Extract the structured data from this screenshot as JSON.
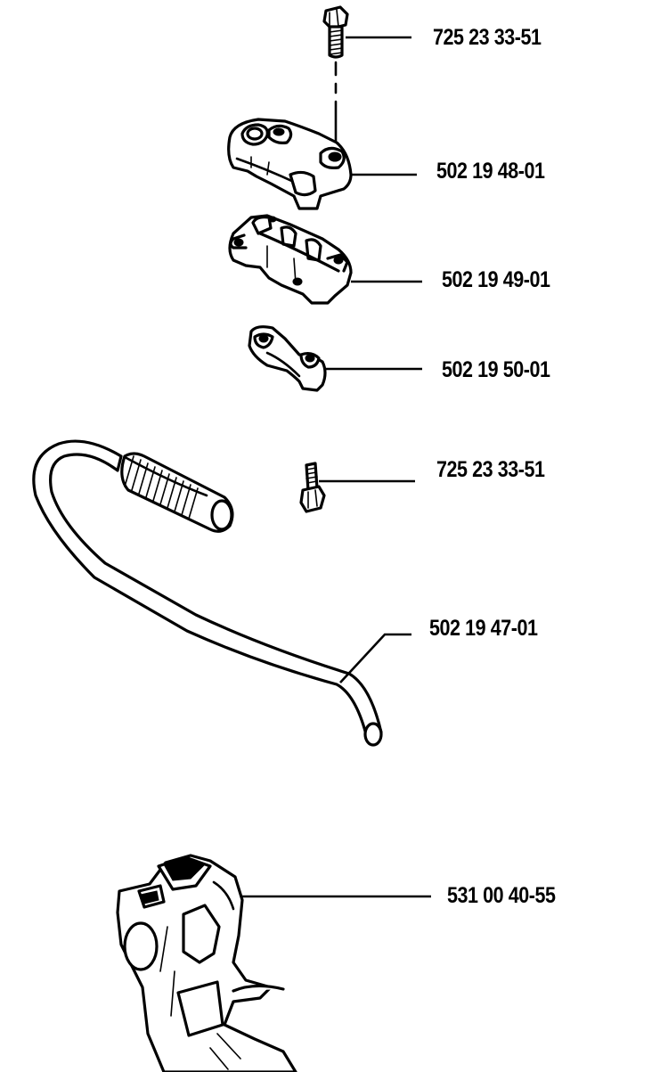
{
  "parts": [
    {
      "id": "bolt-top",
      "part_number": "725 23 33-51"
    },
    {
      "id": "clamp-upper",
      "part_number": "502 19 48-01"
    },
    {
      "id": "clamp-base",
      "part_number": "502 19 49-01"
    },
    {
      "id": "clamp-lower",
      "part_number": "502 19 50-01"
    },
    {
      "id": "bolt-small",
      "part_number": "725 23 33-51"
    },
    {
      "id": "handle-bar",
      "part_number": "502 19 47-01"
    },
    {
      "id": "throttle-housing",
      "part_number": "531 00 40-55"
    }
  ],
  "colors": {
    "ink": "#000000",
    "paper": "#ffffff"
  }
}
